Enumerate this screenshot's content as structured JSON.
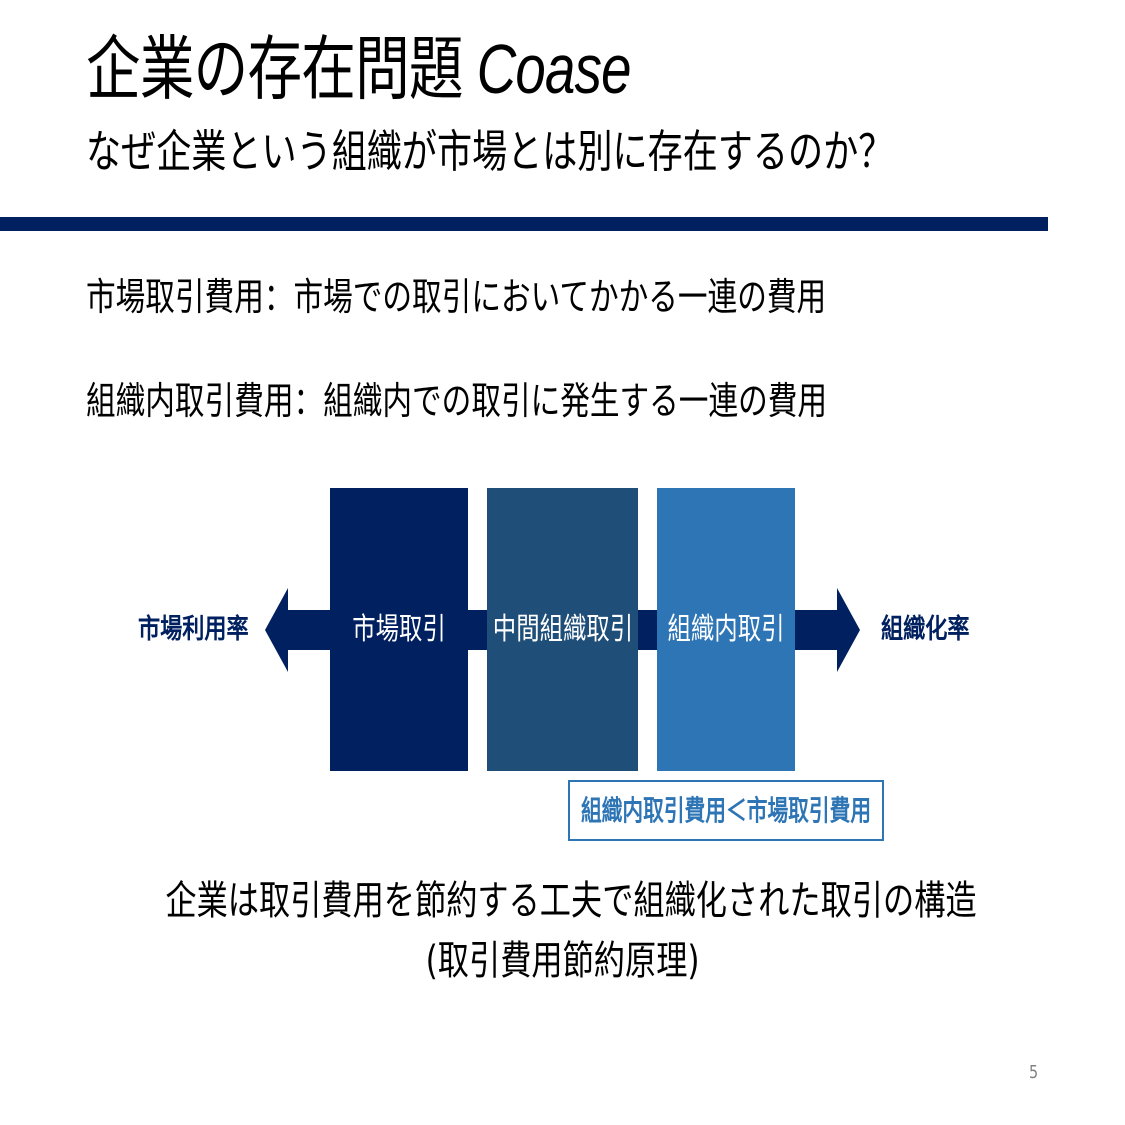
{
  "slide": {
    "title": "企業の存在問題",
    "title_latin": "Coase",
    "subtitle": "なぜ企業という組織が市場とは別に存在するのか？",
    "page_number": "5"
  },
  "definitions": [
    {
      "text": "市場取引費用：市場での取引においてかかる一連の費用"
    },
    {
      "text": "組織内取引費用：組織内での取引に発生する一連の費用"
    }
  ],
  "diagram": {
    "left_label": "市場利用率",
    "right_label": "組織化率",
    "boxes": [
      {
        "label": "市場取引",
        "color": "#002060"
      },
      {
        "label": "中間組織取引",
        "color": "#1f4e79"
      },
      {
        "label": "組織内取引",
        "color": "#2e75b6"
      }
    ],
    "arrow_color": "#002060",
    "label_color": "#002060",
    "callout": {
      "text": "組織内取引費用＜市場取引費用",
      "color": "#2e75b6"
    }
  },
  "conclusion": {
    "line1": "企業は取引費用を節約する工夫で組織化された取引の構造",
    "line2": "(取引費用節約原理)"
  },
  "colors": {
    "rule": "#002060",
    "text": "#000000",
    "page_number": "#808080"
  }
}
